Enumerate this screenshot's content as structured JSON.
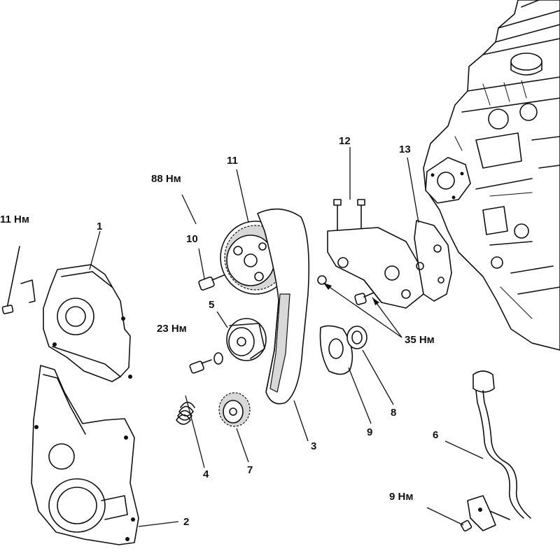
{
  "diagram": {
    "callouts": [
      {
        "id": "c1",
        "text": "1"
      },
      {
        "id": "c2",
        "text": "2"
      },
      {
        "id": "c3",
        "text": "3"
      },
      {
        "id": "c4",
        "text": "4"
      },
      {
        "id": "c5",
        "text": "5"
      },
      {
        "id": "c6",
        "text": "6"
      },
      {
        "id": "c7",
        "text": "7"
      },
      {
        "id": "c8",
        "text": "8"
      },
      {
        "id": "c9",
        "text": "9"
      },
      {
        "id": "c10",
        "text": "10"
      },
      {
        "id": "c11",
        "text": "11"
      },
      {
        "id": "c12",
        "text": "12"
      },
      {
        "id": "c13",
        "text": "13"
      }
    ],
    "torques": [
      {
        "id": "t11",
        "text": "11 Нм"
      },
      {
        "id": "t88",
        "text": "88 Нм"
      },
      {
        "id": "t23",
        "text": "23 Нм"
      },
      {
        "id": "t35",
        "text": "35 Нм"
      },
      {
        "id": "t9",
        "text": "9 Нм"
      }
    ]
  }
}
